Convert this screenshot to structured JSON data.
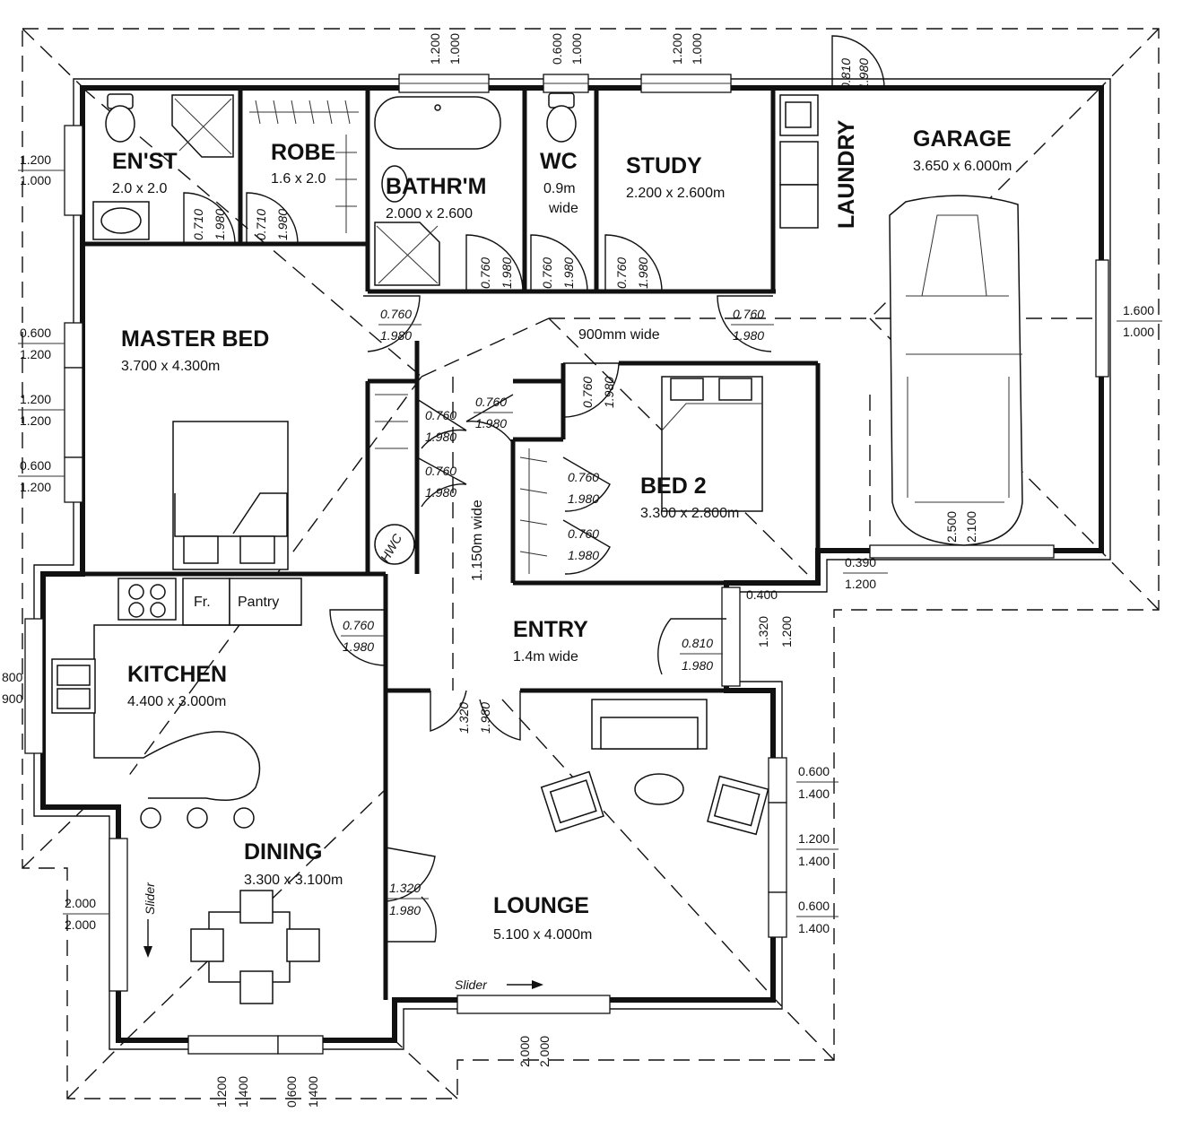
{
  "rooms": {
    "ensuite": {
      "name": "EN'ST",
      "dims": "2.0 x 2.0"
    },
    "robe": {
      "name": "ROBE",
      "dims": "1.6 x 2.0"
    },
    "bathroom": {
      "name": "BATHR'M",
      "dims": "2.000 x 2.600"
    },
    "wc": {
      "name": "WC",
      "dims_1": "0.9m",
      "dims_2": "wide"
    },
    "study": {
      "name": "STUDY",
      "dims": "2.200 x 2.600m"
    },
    "laundry": {
      "name": "LAUNDRY"
    },
    "garage": {
      "name": "GARAGE",
      "dims": "3.650 x 6.000m"
    },
    "master_bed": {
      "name": "MASTER BED",
      "dims": "3.700 x 4.300m"
    },
    "bed2": {
      "name": "BED 2",
      "dims": "3.300 x 2.800m"
    },
    "kitchen": {
      "name": "KITCHEN",
      "dims": "4.400 x 3.000m"
    },
    "entry": {
      "name": "ENTRY",
      "dims": "1.4m wide"
    },
    "dining": {
      "name": "DINING",
      "dims": "3.300 x 3.100m"
    },
    "lounge": {
      "name": "LOUNGE",
      "dims": "5.100 x 4.000m"
    }
  },
  "labels": {
    "hall_width": "900mm wide",
    "corridor_width": "1.150m wide",
    "fridge": "Fr.",
    "pantry": "Pantry",
    "hwc": "HWC",
    "slider": "Slider"
  },
  "openings": {
    "w_bath_top": [
      "1.200",
      "1.000"
    ],
    "w_wc_top": [
      "0.600",
      "1.000"
    ],
    "w_study_top": [
      "1.200",
      "1.000"
    ],
    "d_laundry_top": [
      "0.810",
      "1.980"
    ],
    "w_enst_left": [
      "1.200",
      "1.000"
    ],
    "w_master_1": [
      "0.600",
      "1.200"
    ],
    "w_master_2": [
      "1.200",
      "1.200"
    ],
    "w_master_3": [
      "0.600",
      "1.200"
    ],
    "w_kitchen_left": [
      "800",
      "900"
    ],
    "w_dining_left": [
      "2.000",
      "2.000"
    ],
    "w_dining_bottom_1": [
      "1.200",
      "1.400"
    ],
    "w_dining_bottom_2": [
      "0.600",
      "1.400"
    ],
    "w_lounge_bottom": [
      "2.000",
      "2.000"
    ],
    "w_lounge_right_1": [
      "0.600",
      "1.400"
    ],
    "w_lounge_right_2": [
      "1.200",
      "1.400"
    ],
    "w_lounge_right_3": [
      "0.600",
      "1.400"
    ],
    "w_garage_right": [
      "1.600",
      "1.000"
    ],
    "w_bed2_right": [
      "0.390",
      "1.200"
    ],
    "w_entry_side": [
      "0.400",
      "1.320",
      "1.200"
    ],
    "w_garage_door": [
      "2.500",
      "2.100"
    ],
    "d_enst": [
      "0.710",
      "1.980"
    ],
    "d_robe": [
      "0.710",
      "1.980"
    ],
    "d_bath": [
      "0.760",
      "1.980"
    ],
    "d_wc": [
      "0.760",
      "1.980"
    ],
    "d_study": [
      "0.760",
      "1.980"
    ],
    "d_master": [
      "0.760",
      "1.980"
    ],
    "d_laundry": [
      "0.760",
      "1.980"
    ],
    "d_bed2": [
      "0.760",
      "1.980"
    ],
    "d_linen_1": [
      "0.760",
      "1.980"
    ],
    "d_linen_2": [
      "0.760",
      "1.980"
    ],
    "d_hall": [
      "0.760",
      "1.980"
    ],
    "d_bed2_robe_1": [
      "0.760",
      "1.980"
    ],
    "d_bed2_robe_2": [
      "0.760",
      "1.980"
    ],
    "d_kitchen": [
      "0.760",
      "1.980"
    ],
    "d_front": [
      "0.810",
      "1.980"
    ],
    "d_lounge": [
      "1.320",
      "1.980"
    ],
    "d_dining": [
      "1.320",
      "1.980"
    ]
  },
  "icons": {
    "doors": "door-swing-icon",
    "windows": "window-icon",
    "toilets": "toilet-icon",
    "car": "car-icon",
    "bed": "bed-icon"
  }
}
